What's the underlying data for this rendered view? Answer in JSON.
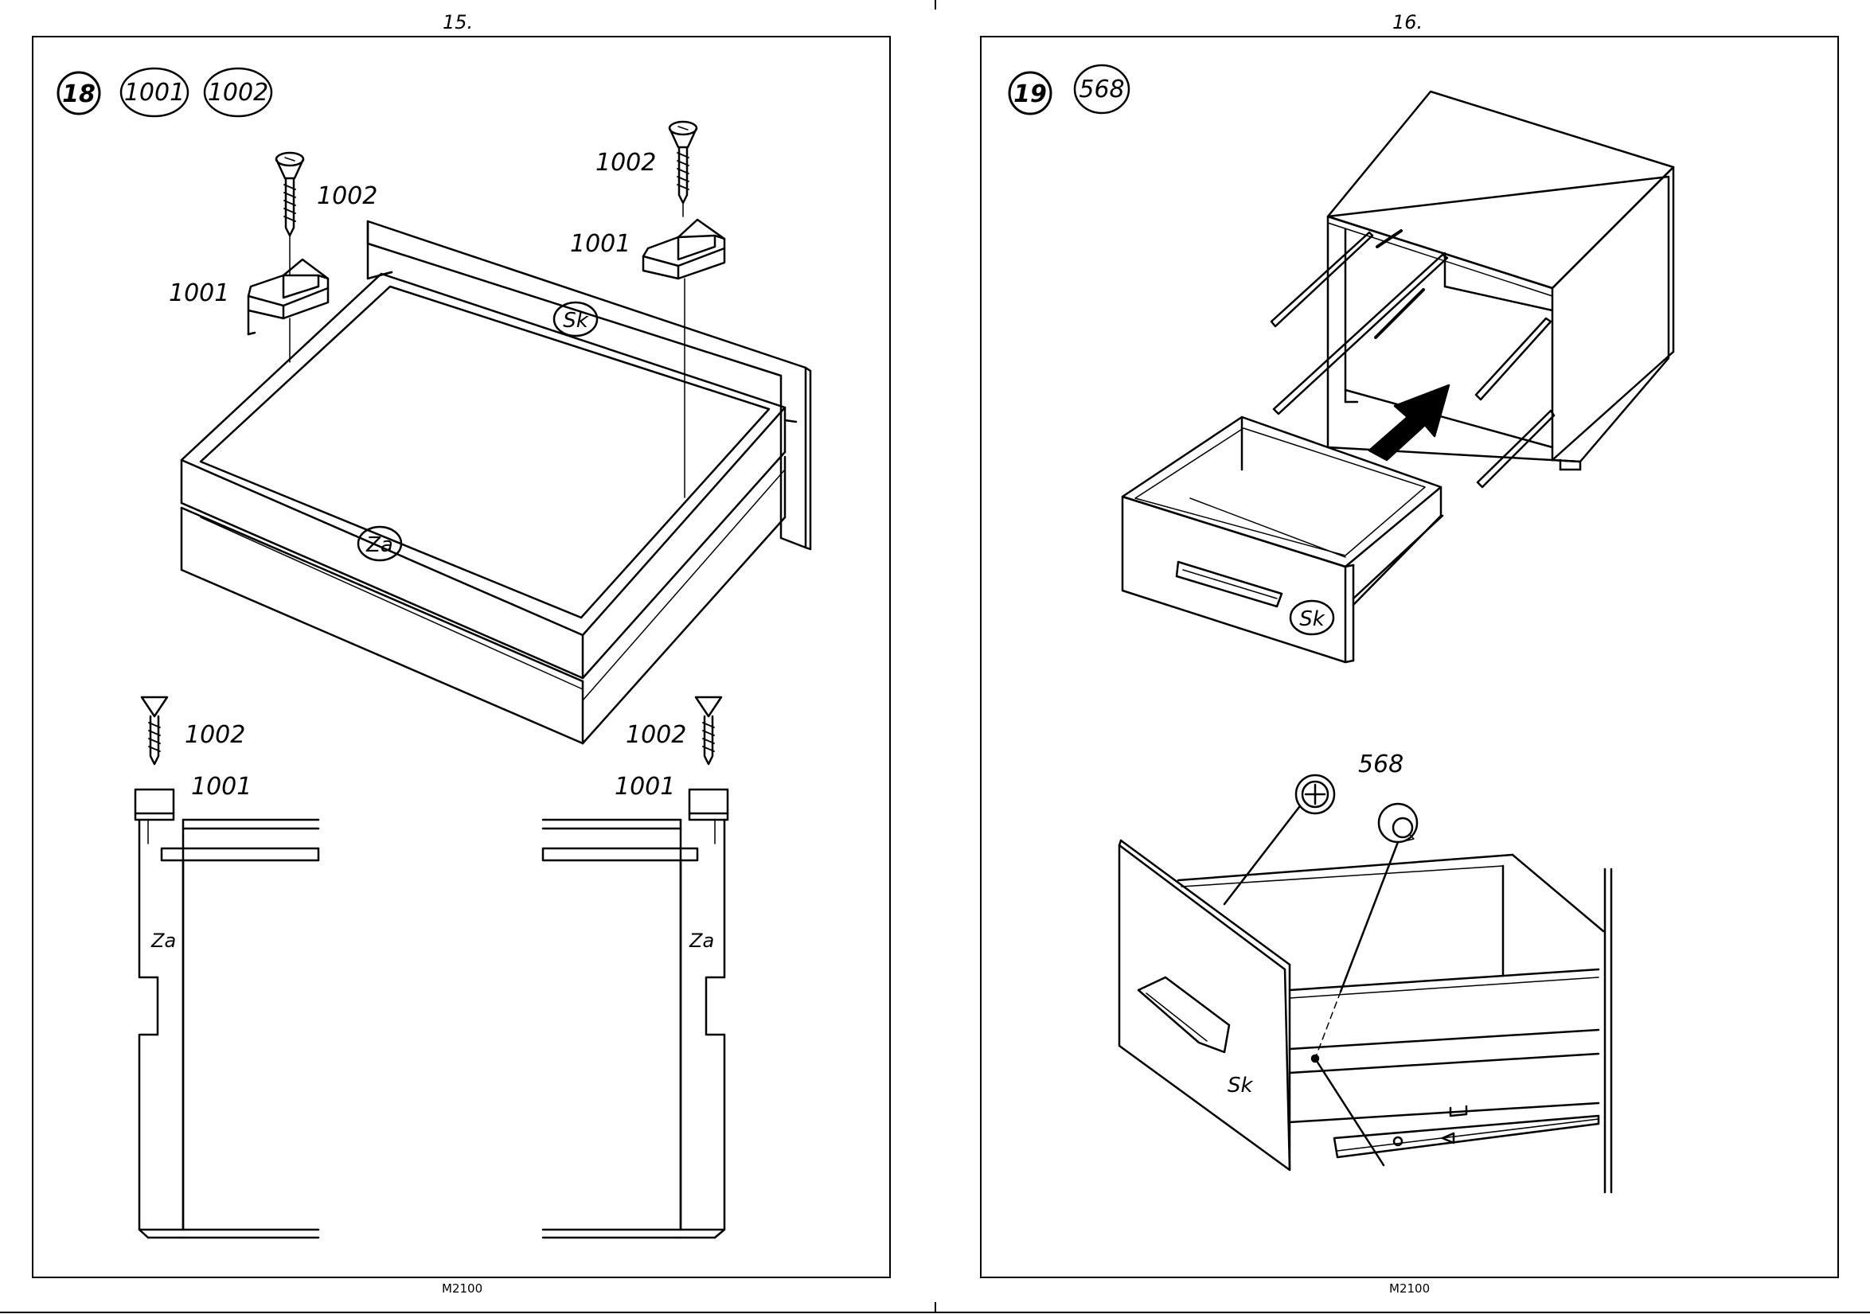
{
  "pages": [
    {
      "number": "15.",
      "footer": "M2100",
      "step": "18",
      "parts": [
        "1001",
        "1002"
      ],
      "callouts": {
        "top_left_screw": "1002",
        "top_left_bracket": "1001",
        "top_right_screw": "1002",
        "top_right_bracket": "1001",
        "panel_top": "Sk",
        "panel_front": "Za",
        "detail_left_screw": "1002",
        "detail_left_bracket": "1001",
        "detail_right_screw": "1002",
        "detail_right_bracket": "1001",
        "detail_left_side": "Za",
        "detail_right_side": "Za"
      }
    },
    {
      "number": "16.",
      "footer": "M2100",
      "step": "19",
      "parts": [
        "568"
      ],
      "callouts": {
        "drawer_front": "Sk",
        "stop_part": "568",
        "detail_front": "Sk"
      }
    }
  ]
}
